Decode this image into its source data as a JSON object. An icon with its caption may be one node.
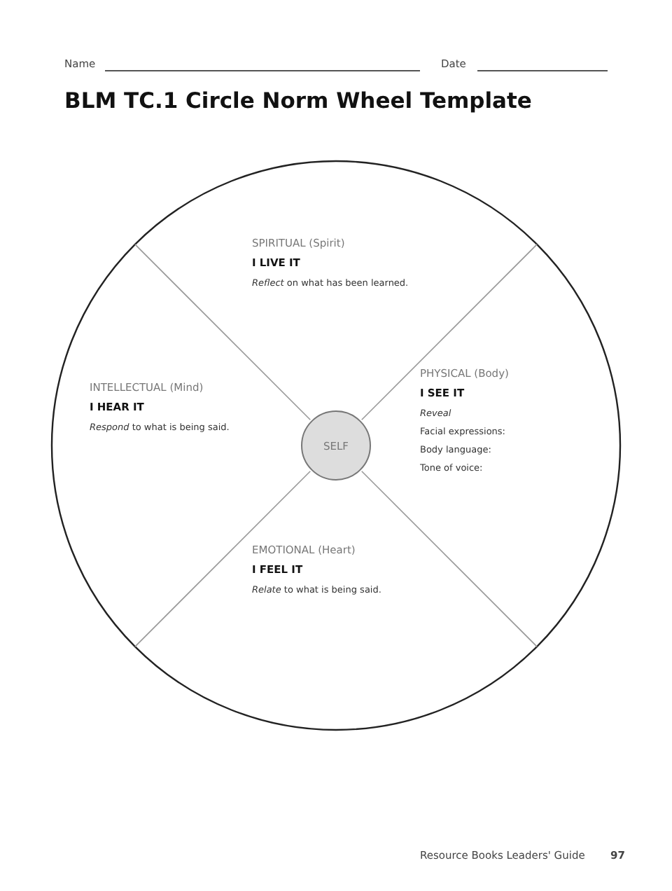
{
  "diagram": {
    "title": "BLM TC.1 Circle Norm Wheel Template",
    "nodes": [
      {
        "text": [
          "SPIRITUAL (Spirit)",
          "I LIVE IT",
          "*Reflect* on what has been learned."
        ]
      },
      {
        "text": [
          "INTELLECTUAL (Mind)",
          "I HEAR IT",
          "*Respond* to what is being said."
        ]
      },
      {
        "text": [
          "PHYSICAL (Body)",
          "I SEE IT",
          "Reveal",
          "Facial expressions:",
          "Body language:",
          "Tone of voice:"
        ]
      },
      {
        "text": [
          "SELF"
        ]
      },
      {
        "text": [
          "EMOTIONAL (Heart)",
          "I FEEL IT",
          "*Relate* to what is being said."
        ]
      }
    ],
    "edges": [],
    "labels": [
      "Name",
      "Date",
      "Resource Books Leaders' Guide",
      "97"
    ]
  }
}
